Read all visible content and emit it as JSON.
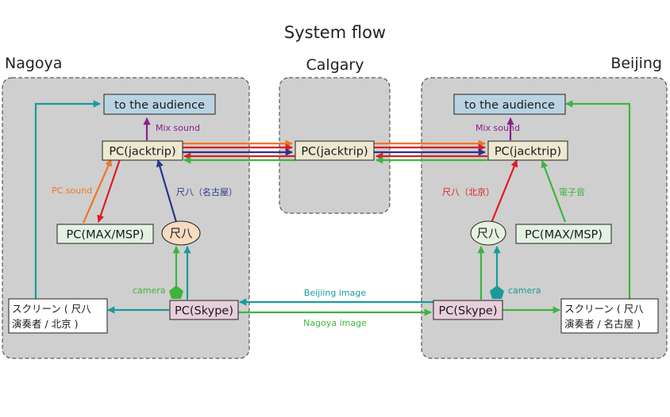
{
  "title": "System flow",
  "sites": {
    "nagoya": "Nagoya",
    "calgary": "Calgary",
    "beijing": "Beijing"
  },
  "nodes": {
    "nagoya_audience": "to the audience",
    "nagoya_jacktrip": "PC(jacktrip)",
    "nagoya_maxmsp": "PC(MAX/MSP)",
    "nagoya_shakuhachi": "尺八",
    "nagoya_skype": "PC(Skype)",
    "nagoya_screen_line1": "スクリーン ( 尺八",
    "nagoya_screen_line2": "演奏者 / 北京 )",
    "calgary_jacktrip": "PC(jacktrip)",
    "beijing_audience": "to the audience",
    "beijing_jacktrip": "PC(jacktrip)",
    "beijing_maxmsp": "PC(MAX/MSP)",
    "beijing_shakuhachi": "尺八",
    "beijing_skype": "PC(Skype)",
    "beijing_screen_line1": "スクリーン ( 尺八",
    "beijing_screen_line2": "演奏者 / 名古屋 )"
  },
  "labels": {
    "nagoya_mix": "Mix sound",
    "nagoya_pc_sound": "PC sound",
    "nagoya_shakuhachi_sound": "尺八（名古屋）",
    "nagoya_camera": "camera",
    "beijing_mix": "Mix sound",
    "beijing_shakuhachi_sound": "尺八（北京）",
    "beijing_electronic": "電子音",
    "beijing_camera": "camera",
    "beijing_image": "Beijiing image",
    "nagoya_image": "Nagoya image"
  },
  "colors": {
    "region_fill": "#cfcfcf",
    "audience_fill": "#b9d3e2",
    "jacktrip_fill": "#ede8cf",
    "maxmsp_fill": "#e3f1e2",
    "skype_fill": "#e8cfdc",
    "shakuhachi_nagoya_fill": "#f8dcc2",
    "shakuhachi_beijing_fill": "#e6f2e0",
    "teal": "#1a9a9a",
    "green": "#3db53d",
    "purple": "#8a1f8a",
    "orange": "#ee7722",
    "red": "#e11b22",
    "navy": "#27348b"
  }
}
